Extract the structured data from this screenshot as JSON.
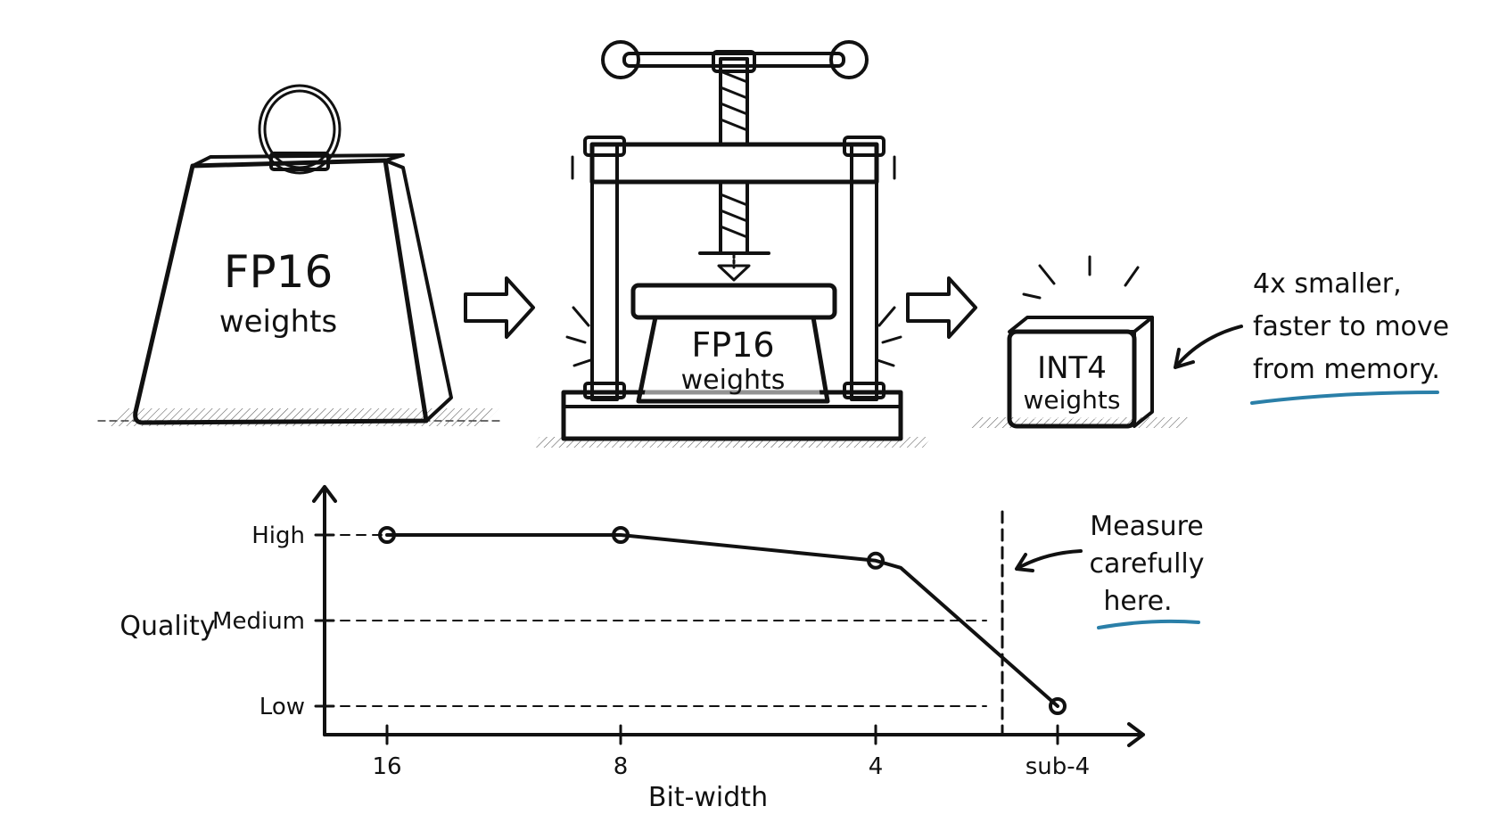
{
  "illustration": {
    "source_block": {
      "line1": "FP16",
      "line2": "weights"
    },
    "press_block": {
      "line1": "FP16",
      "line2": "weights"
    },
    "result_block": {
      "line1": "INT4",
      "line2": "weights"
    },
    "result_note": [
      "4x smaller,",
      "faster to move",
      "from memory."
    ],
    "colors": {
      "ink": "#111111",
      "accent_underline": "#2a7fa8"
    }
  },
  "chart_data": {
    "type": "line",
    "categories": [
      "16",
      "8",
      "4",
      "sub-4"
    ],
    "y_levels": [
      "Low",
      "Medium",
      "High"
    ],
    "series": [
      {
        "values": [
          "High",
          "High",
          "High",
          "Low"
        ],
        "numeric": [
          2.0,
          2.0,
          1.7,
          0.0
        ]
      }
    ],
    "ylim": [
      0,
      2
    ],
    "xlabel": "Bit-width",
    "ylabel": "Quality",
    "annotation": {
      "lines": [
        "Measure",
        "carefully",
        "here."
      ],
      "at_category": "sub-4"
    },
    "grid": "dashed reference lines at each level",
    "colors": {
      "line": "#111111",
      "accent_underline": "#2a7fa8"
    }
  }
}
